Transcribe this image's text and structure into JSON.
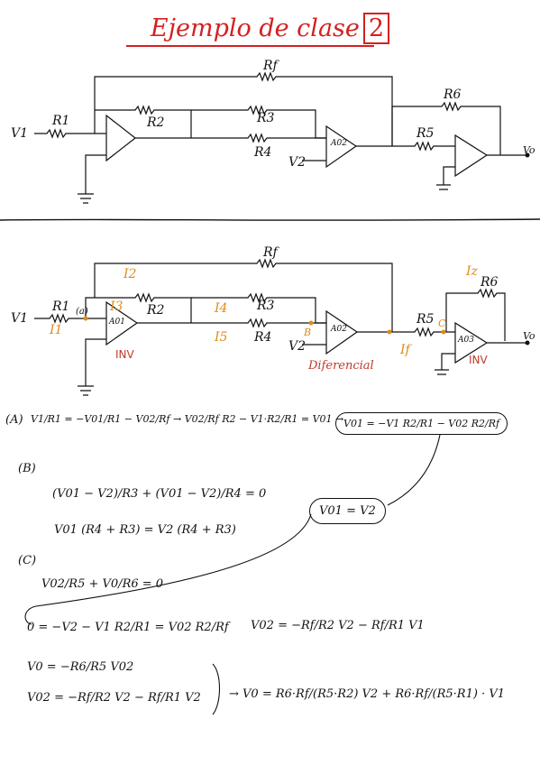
{
  "title": {
    "text": "Ejemplo de clase",
    "number": "2"
  },
  "circuit1": {
    "labels": {
      "v1": "V1",
      "v2": "V2",
      "vo": "Vo",
      "r1": "R1",
      "r2": "R2",
      "r3": "R3",
      "r4": "R4",
      "rf": "Rf",
      "r5": "R5",
      "r6": "R6",
      "op2": "A02"
    }
  },
  "circuit2": {
    "labels": {
      "v1": "V1",
      "v2": "V2",
      "vo": "Vo",
      "r1": "R1",
      "r2": "R2",
      "r3": "R3",
      "r4": "R4",
      "rf": "Rf",
      "r5": "R5",
      "r6": "R6",
      "op1": "A01",
      "op2": "A02",
      "op3": "A03",
      "nodeA": "(a)",
      "nodeB": "B",
      "nodeC": "C"
    },
    "currents": {
      "i1": "I1",
      "i2": "I2",
      "i3": "I3",
      "i4": "I4",
      "i5": "I5",
      "if": "If",
      "iz": "Iz"
    },
    "stage_labels": {
      "inv1": "INV",
      "dif": "Diferencial",
      "inv2": "INV"
    }
  },
  "equations": {
    "a_label": "(A)",
    "a_eq": "V1/R1 = −V01/R1 − V02/Rf  →  V02/Rf R2 − V1·R2/R1 = V01  →",
    "a_result": "V01 = −V1 R2/R1 − V02 R2/Rf",
    "b_label": "(B)",
    "b_eq1": "(V01 − V2)/R3 + (V01 − V2)/R4 = 0",
    "b_eq2": "V01 (R4 + R3) = V2 (R4 + R3)",
    "b_result": "V01 = V2",
    "c_label": "(C)",
    "c_eq1": "V02/R5 + V0/R6 = 0",
    "c_eq2": "0 = −V2 − V1 R2/R1 = V02 R2/Rf",
    "c_eq3": "V02 = −Rf/R2 V2 − Rf/R1 V1",
    "c_eq4": "V0 = −R6/R5 V02",
    "c_eq5": "V02 = −Rf/R2 V2 − Rf/R1 V2",
    "final": "→ V0 = R6·Rf/(R5·R2) V2 + R6·Rf/(R5·R1) · V1"
  },
  "colors": {
    "ink": "#111111",
    "title": "#d42020",
    "current": "#e08a18",
    "stage": "#c0392b"
  }
}
